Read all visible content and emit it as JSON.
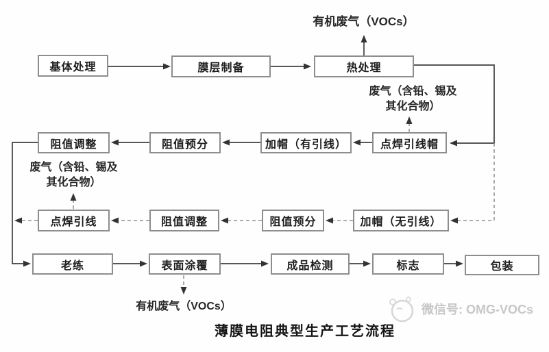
{
  "diagram_title": "薄膜电阻典型生产工艺流程",
  "nodes": {
    "substrate_treatment": "基体处理",
    "film_preparation": "膜层制备",
    "heat_treatment": "热处理",
    "weld_lead_cap": "点焊引线帽",
    "capping_with_leads": "加帽（有引线）",
    "resistance_presort_leaded": "阻值预分",
    "resistance_adjust_leaded": "阻值调整",
    "capping_without_leads": "加帽（无引线）",
    "resistance_presort_leadless": "阻值预分",
    "resistance_adjust_leadless": "阻值调整",
    "weld_leads": "点焊引线",
    "burn_in": "老练",
    "surface_coating": "表面涂覆",
    "final_inspection": "成品检测",
    "marking": "标志",
    "packaging": "包装"
  },
  "emissions": {
    "organic_voc_top": "有机废气（VOCs）",
    "organic_voc_bottom": "有机废气（VOCs）",
    "lead_tin_line1": "废气（含铅、锡及",
    "lead_tin_line2": "其化合物）"
  },
  "watermark": {
    "label": "微信号: OMG-VOCs"
  }
}
